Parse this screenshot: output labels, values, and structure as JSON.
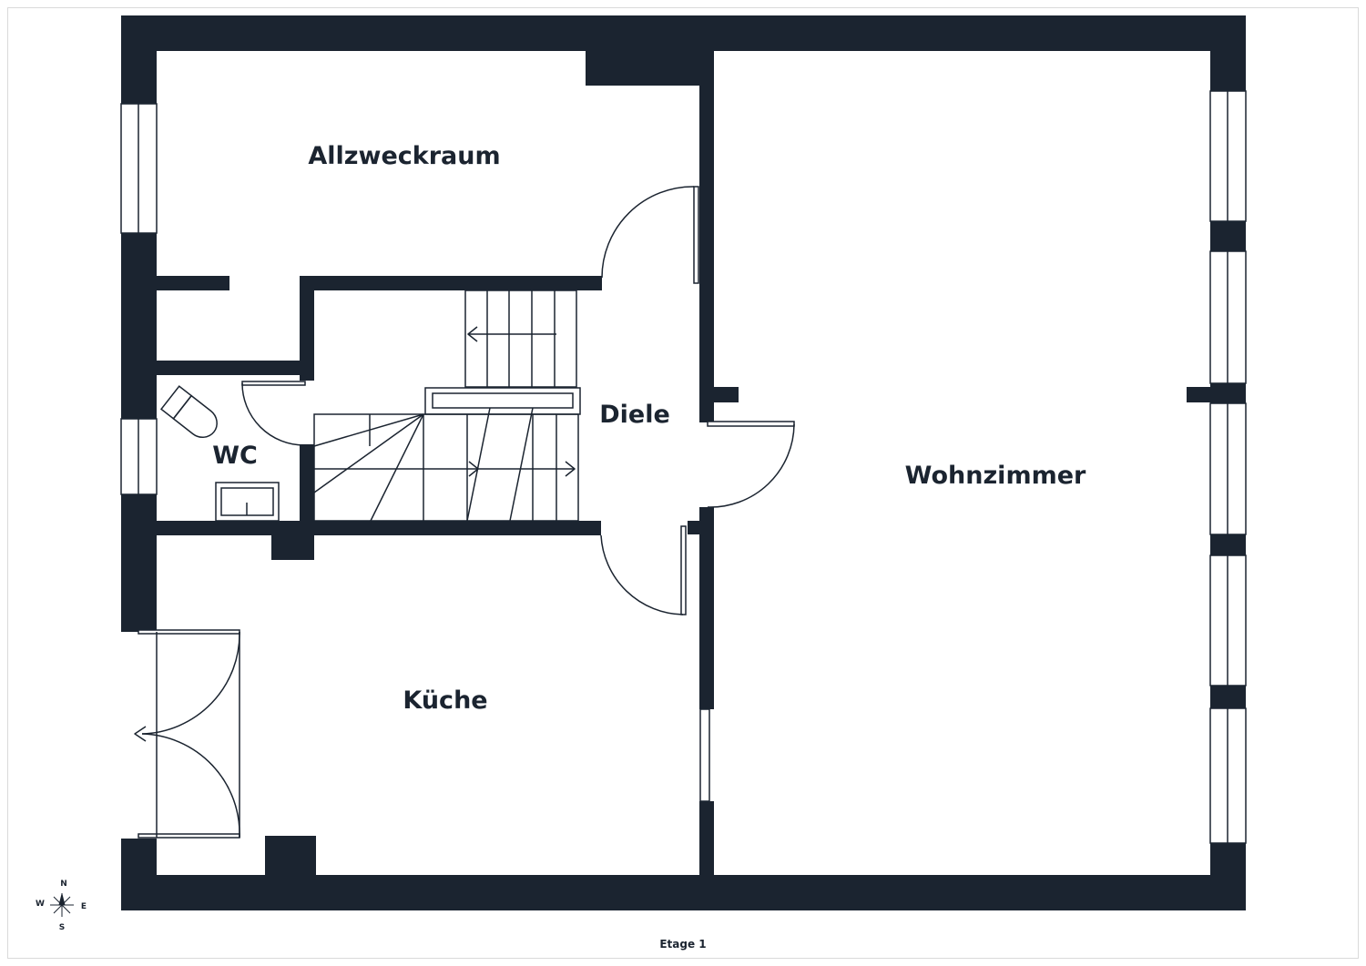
{
  "colors": {
    "wall": "#1b2430",
    "background": "#ffffff",
    "line": "#1b2430"
  },
  "rooms": {
    "allzweckraum": "Allzweckraum",
    "wc": "WC",
    "diele": "Diele",
    "wohnzimmer": "Wohnzimmer",
    "kueche": "Küche"
  },
  "compass": {
    "north": "N",
    "south": "S",
    "east": "E",
    "west": "W"
  },
  "floor": {
    "label": "Etage 1"
  }
}
